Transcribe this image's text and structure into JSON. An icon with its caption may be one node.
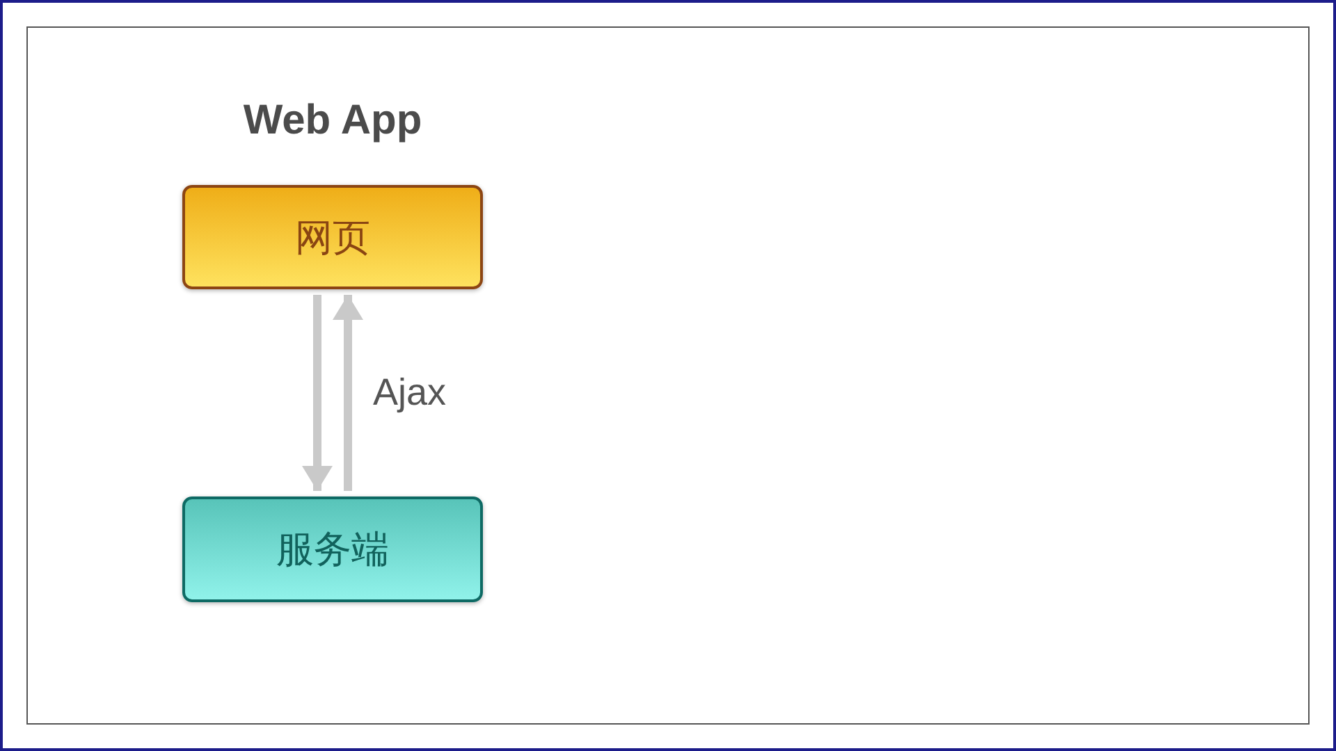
{
  "diagram": {
    "title": "Web App",
    "nodes": [
      {
        "text": [
          "网页"
        ]
      },
      {
        "text": [
          "服务端"
        ]
      }
    ],
    "edges": [
      {
        "from": 0,
        "to": 1,
        "arrow": "to"
      },
      {
        "from": 1,
        "to": 0,
        "arrow": "to",
        "label": "Ajax"
      }
    ]
  }
}
